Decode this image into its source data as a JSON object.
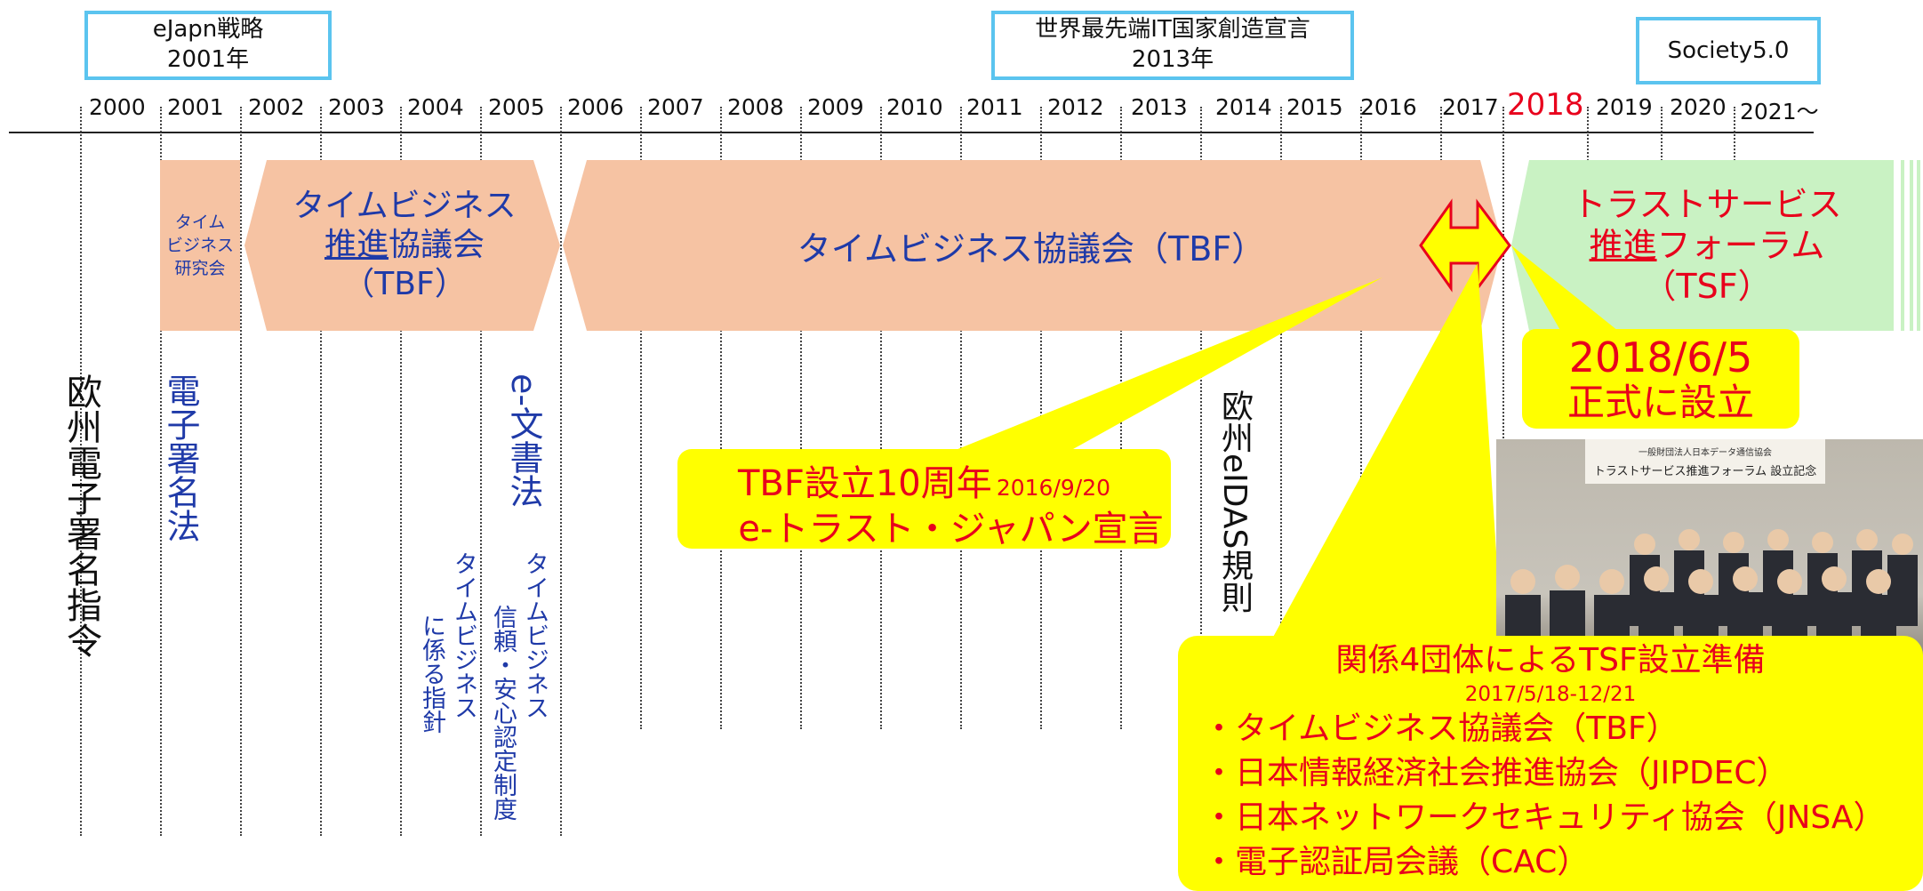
{
  "top_boxes": {
    "ejapan": {
      "line1": "eJapn戦略",
      "line2": "2001年"
    },
    "sekai": {
      "line1": "世界最先端IT国家創造宣言",
      "line2": "2013年"
    },
    "society": {
      "line1": "Society5.0"
    }
  },
  "years": [
    "2000",
    "2001",
    "2002",
    "2003",
    "2004",
    "2005",
    "2006",
    "2007",
    "2008",
    "2009",
    "2010",
    "2011",
    "2012",
    "2013",
    "2014",
    "2015",
    "2016",
    "2017",
    "2018",
    "2019",
    "2020",
    "2021～"
  ],
  "highlight_year": "2018",
  "phases": {
    "kenkyukai": {
      "line1": "タイム",
      "line2": "ビジネス",
      "line3": "研究会"
    },
    "suishin": {
      "line1": "タイムビジネス",
      "line2_u": "推進",
      "line2_rest": "協議会",
      "line3": "（TBF）"
    },
    "tbf": {
      "label": "タイムビジネス協議会（TBF）"
    },
    "tsf": {
      "line1": "トラストサービス",
      "line2_u": "推進",
      "line2_rest": "フォーラム",
      "line3": "（TSF）"
    }
  },
  "events": {
    "eu_sig_directive": "欧州電子署名指令",
    "esig_law": "電子署名法",
    "e_document_law": "e-文書法",
    "tb_guideline_1": "タイムビジネス",
    "tb_guideline_2": "に係る指針",
    "tb_cert_1": "タイムビジネス",
    "tb_cert_2": "信頼・安心認定制度",
    "eidas": "欧州eIDAS規則"
  },
  "callouts": {
    "tbf10": {
      "title": "TBF設立10周年",
      "date": "2016/9/20",
      "line2": "e-トラスト・ジャパン宣言"
    },
    "tsf_est": {
      "line1": "2018/6/5",
      "line2": "正式に設立"
    },
    "prep": {
      "title": "関係4団体によるTSF設立準備",
      "date": "2017/5/18-12/21",
      "items": [
        "・タイムビジネス協議会（TBF）",
        "・日本情報経済社会推進協会（JIPDEC）",
        "・日本ネットワークセキュリティ協会（JNSA）",
        "・電子認証局会議（CAC）"
      ]
    }
  },
  "photo": {
    "banner_line1": "一般財団法人日本データ通信協会",
    "banner_line2": "トラストサービス推進フォーラム 設立記念"
  },
  "colors": {
    "box_border": "#5bc4ef",
    "phase_fill": "#f6c3a3",
    "tsf_fill": "#c9f2c3",
    "blue_text": "#1f3aa8",
    "red_text": "#e8001c",
    "callout": "#ffff00"
  }
}
